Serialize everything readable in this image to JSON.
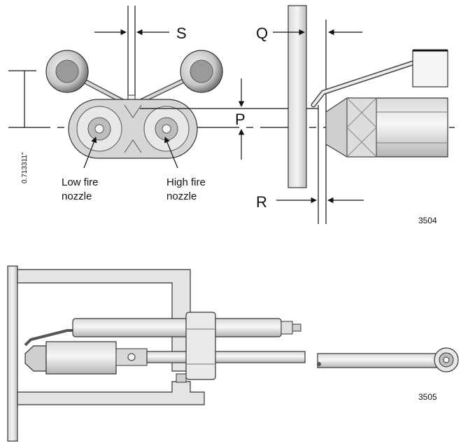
{
  "figure_top": {
    "dimension_labels": {
      "s": "S",
      "q": "Q",
      "p": "P",
      "r": "R"
    },
    "vertical_measure_label": "0.713311\"",
    "low_fire_line1": "Low fire",
    "low_fire_line2": "nozzle",
    "high_fire_line1": "High fire",
    "high_fire_line2": "nozzle",
    "figure_number": "3504"
  },
  "figure_bottom": {
    "figure_number": "3505"
  },
  "colors": {
    "line": "#111111",
    "metal_light": "#e6e6e6",
    "metal_mid": "#c4c4c4",
    "metal_dark": "#8c8c8c"
  }
}
